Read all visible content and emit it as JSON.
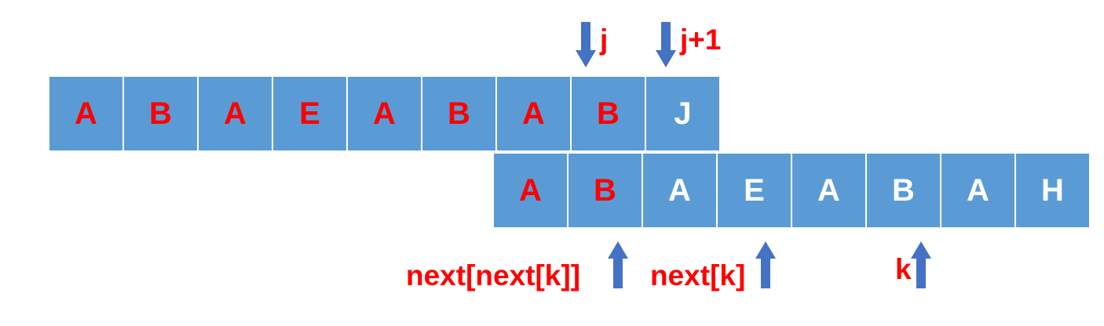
{
  "top_row": {
    "cells": [
      {
        "char": "A",
        "color": "#ff0000"
      },
      {
        "char": "B",
        "color": "#ff0000"
      },
      {
        "char": "A",
        "color": "#ff0000"
      },
      {
        "char": "E",
        "color": "#ff0000"
      },
      {
        "char": "A",
        "color": "#ff0000"
      },
      {
        "char": "B",
        "color": "#ff0000"
      },
      {
        "char": "A",
        "color": "#ff0000"
      },
      {
        "char": "B",
        "color": "#ff0000"
      },
      {
        "char": "J",
        "color": "#ffffff"
      }
    ]
  },
  "bottom_row": {
    "cells": [
      {
        "char": "A",
        "color": "#ff0000"
      },
      {
        "char": "B",
        "color": "#ff0000"
      },
      {
        "char": "A",
        "color": "#ffffff"
      },
      {
        "char": "E",
        "color": "#ffffff"
      },
      {
        "char": "A",
        "color": "#ffffff"
      },
      {
        "char": "B",
        "color": "#ffffff"
      },
      {
        "char": "A",
        "color": "#ffffff"
      },
      {
        "char": "H",
        "color": "#ffffff"
      }
    ]
  },
  "pointers": {
    "j": "j",
    "j_plus_1": "j+1",
    "next_next_k": "next[next[k]]",
    "next_k": "next[k]",
    "k": "k"
  },
  "colors": {
    "cell_fill": "#5b9bd5",
    "arrow_fill": "#4472c4",
    "highlight_text": "#ff0000",
    "normal_text": "#ffffff"
  }
}
